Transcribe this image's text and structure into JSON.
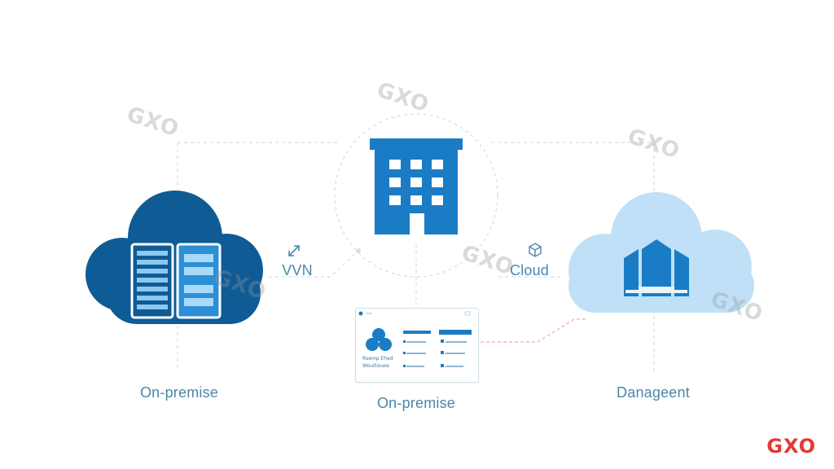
{
  "labels": {
    "left_caption": "On-premise",
    "center_caption": "On-premise",
    "right_caption": "Danageent",
    "vvn": "VVN",
    "cloud": "Cloud"
  },
  "panel": {
    "title_line1": "Rsemp Ehed",
    "title_line2": "Wouitioues"
  },
  "watermarks": [
    "GXO",
    "GXO",
    "GXO",
    "GXO",
    "GXO",
    "GXO"
  ],
  "brand_mark": "GXO",
  "colors": {
    "dark_cloud": "#0f5b95",
    "light_cloud": "#bfe0f6",
    "building": "#1a7cc4",
    "line": "#cfe0ea",
    "accent_dash": "#f2b8bd",
    "brand": "#e53935"
  },
  "icons": {
    "vvn": "arrow-link-icon",
    "cloud": "cube-icon",
    "server": "server-rack-icon",
    "building": "building-icon",
    "data_center": "data-center-icon"
  }
}
